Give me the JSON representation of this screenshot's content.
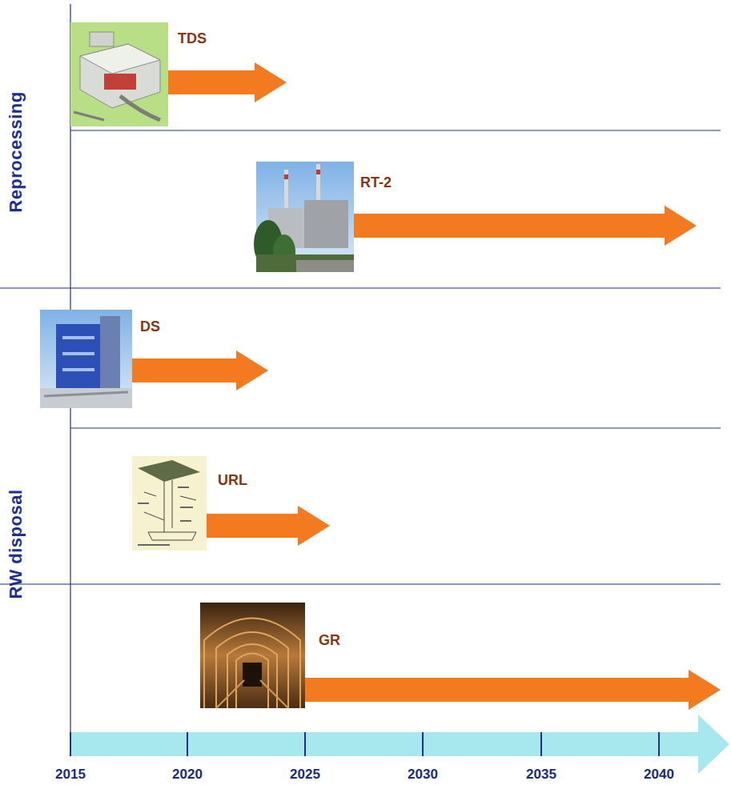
{
  "diagram": {
    "labels": [
      "Reprocessing",
      "RW disposal",
      "TDS",
      "RT-2",
      "DS",
      "URL",
      "GR",
      "2015",
      "2020",
      "2025",
      "2030",
      "2035",
      "2040"
    ]
  }
}
